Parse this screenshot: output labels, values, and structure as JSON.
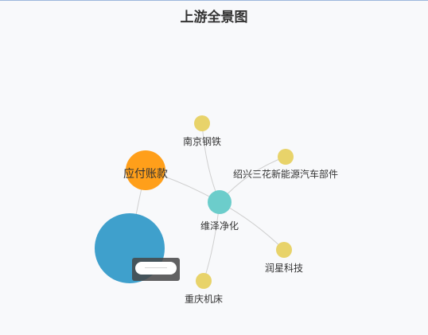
{
  "title": "上游全景图",
  "nodes": {
    "center": {
      "label": "维泽净化",
      "color": "#6ccdcb"
    },
    "payable": {
      "label": "应付账款",
      "color": "#ff9f1a"
    },
    "cluster": {
      "color": "#3fa0cc"
    },
    "nanjing": {
      "label": "南京钢铁",
      "color": "#e8d36a"
    },
    "shaoxing": {
      "label": "绍兴三花新能源汽车部件",
      "color": "#e8d36a"
    },
    "runxing": {
      "label": "润星科技",
      "color": "#e8d36a"
    },
    "chongqing": {
      "label": "重庆机床",
      "color": "#e8d36a"
    }
  },
  "tooltip": {
    "visible": true
  }
}
